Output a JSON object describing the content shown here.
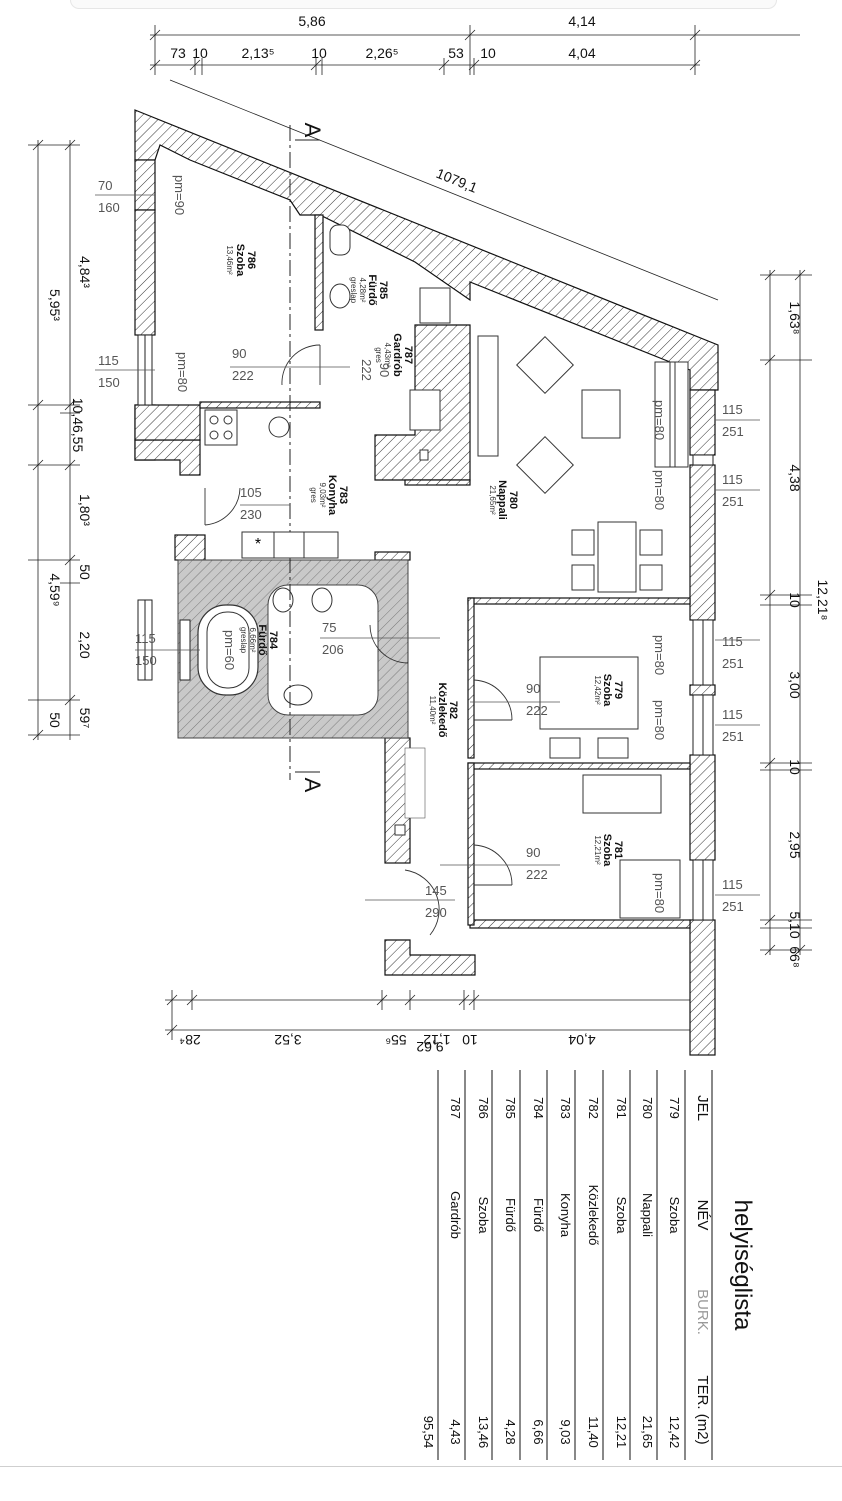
{
  "top_dims": {
    "row1": [
      "5,86",
      "4,14"
    ],
    "row2": [
      "73",
      "10",
      "2,13⁵",
      "10",
      "2,26⁵",
      "53",
      "10",
      "4,04"
    ]
  },
  "left_dims": {
    "outer": [
      "5,95³",
      "10,46,55",
      "4,59⁹",
      "50"
    ],
    "inner": [
      "4,84³",
      "1,80³",
      "50",
      "2,20",
      "59⁷"
    ]
  },
  "right_dims": {
    "outer": "12,21⁸",
    "inner": [
      "1,63⁸",
      "4,38",
      "10",
      "3,00",
      "10",
      "2,95",
      "5,10",
      "66⁸"
    ]
  },
  "bottom_dims": {
    "row1": [
      "28⁴",
      "3,52",
      "55⁶",
      "1,12",
      "10",
      "4,04"
    ],
    "total": "9,62"
  },
  "diagonal": "1079,1",
  "section": {
    "top": "A",
    "bottom": "A"
  },
  "rooms": [
    {
      "id": "786",
      "name": "Szoba",
      "area": "13,46m²",
      "floor": ""
    },
    {
      "id": "785",
      "name": "Fürdő",
      "area": "4,28m²",
      "floor": "greslap"
    },
    {
      "id": "787",
      "name": "Gardrób",
      "area": "4,43m²",
      "floor": "gres"
    },
    {
      "id": "783",
      "name": "Konyha",
      "area": "9,03m²",
      "floor": "gres"
    },
    {
      "id": "780",
      "name": "Nappali",
      "area": "21,65m²",
      "floor": ""
    },
    {
      "id": "784",
      "name": "Fürdő",
      "area": "6,66m²",
      "floor": "greslap"
    },
    {
      "id": "782",
      "name": "Közlekedő",
      "area": "11,40m²",
      "floor": ""
    },
    {
      "id": "779",
      "name": "Szoba",
      "area": "12,42m²",
      "floor": ""
    },
    {
      "id": "781",
      "name": "Szoba",
      "area": "12,21m²",
      "floor": ""
    }
  ],
  "windows": [
    {
      "w": "70",
      "h": "160",
      "pm": "pm=90"
    },
    {
      "w": "115",
      "h": "150",
      "pm": "pm=80"
    },
    {
      "w": "115",
      "h": "150",
      "pm": "pm=60"
    },
    {
      "w": "115",
      "h": "251",
      "pm": "pm=80"
    },
    {
      "w": "115",
      "h": "251",
      "pm": "pm=80"
    },
    {
      "w": "115",
      "h": "251",
      "pm": "pm=80"
    },
    {
      "w": "115",
      "h": "251",
      "pm": "pm=80"
    },
    {
      "w": "115",
      "h": "251",
      "pm": "pm=80"
    }
  ],
  "doors": [
    {
      "w": "90",
      "h": "222"
    },
    {
      "w": "90",
      "h": "222"
    },
    {
      "w": "105",
      "h": "230"
    },
    {
      "w": "75",
      "h": "206"
    },
    {
      "w": "90",
      "h": "222"
    },
    {
      "w": "90",
      "h": "222"
    },
    {
      "w": "145",
      "h": "290"
    }
  ],
  "table": {
    "title": "helyiséglista",
    "headers": [
      "JEL",
      "NÉV",
      "BURK.",
      "TER. (m2)"
    ],
    "rows": [
      [
        "779",
        "Szoba",
        "",
        "12,42"
      ],
      [
        "780",
        "Nappali",
        "",
        "21,65"
      ],
      [
        "781",
        "Szoba",
        "",
        "12,21"
      ],
      [
        "782",
        "Közlekedő",
        "",
        "11,40"
      ],
      [
        "783",
        "Konyha",
        "",
        "9,03"
      ],
      [
        "784",
        "Fürdő",
        "",
        "6,66"
      ],
      [
        "785",
        "Fürdő",
        "",
        "4,28"
      ],
      [
        "786",
        "Szoba",
        "",
        "13,46"
      ],
      [
        "787",
        "Gardrób",
        "",
        "4,43"
      ]
    ],
    "total": "95,54"
  }
}
